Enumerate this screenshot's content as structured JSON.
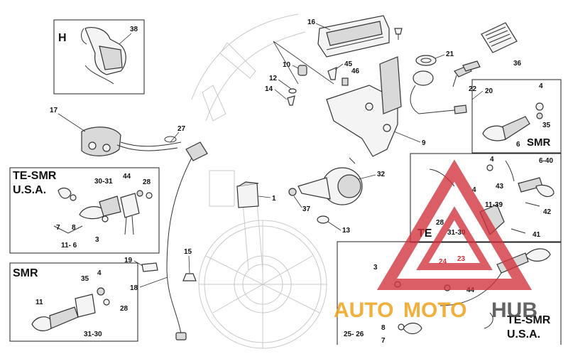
{
  "labels": {
    "p1": "1",
    "p3": "3",
    "p4": "4",
    "p7": "7",
    "p8": "8",
    "p9": "9",
    "p10": "10",
    "p11": "11",
    "p11_6": "11- 6",
    "p11_39": "11-39",
    "p12": "12",
    "p13": "13",
    "p14": "14",
    "p15": "15",
    "p16": "16",
    "p17": "17",
    "p18": "18",
    "p19": "19",
    "p20": "20",
    "p21": "21",
    "p22": "22",
    "p23": "23",
    "p24": "24",
    "p25_26": "25- 26",
    "p27": "27",
    "p28": "28",
    "p30_31": "30-31",
    "p31_30": "31-30",
    "p32": "32",
    "p35": "35",
    "p36": "36",
    "p37": "37",
    "p38": "38",
    "p41": "41",
    "p42": "42",
    "p43": "43",
    "p44": "44",
    "p45": "45",
    "p46": "46",
    "p6": "6",
    "p6_40": "6-40"
  },
  "box_titles": {
    "h": "H",
    "te_smr_usa_line1": "TE-SMR",
    "te_smr_usa_line2": "U.S.A.",
    "smr": "SMR",
    "te": "TE"
  },
  "watermark": {
    "auto": "AUTO",
    "moto": "MOTO",
    "hub": "HUB",
    "color_red": "#d2303a",
    "color_orange": "#f0a21a"
  }
}
